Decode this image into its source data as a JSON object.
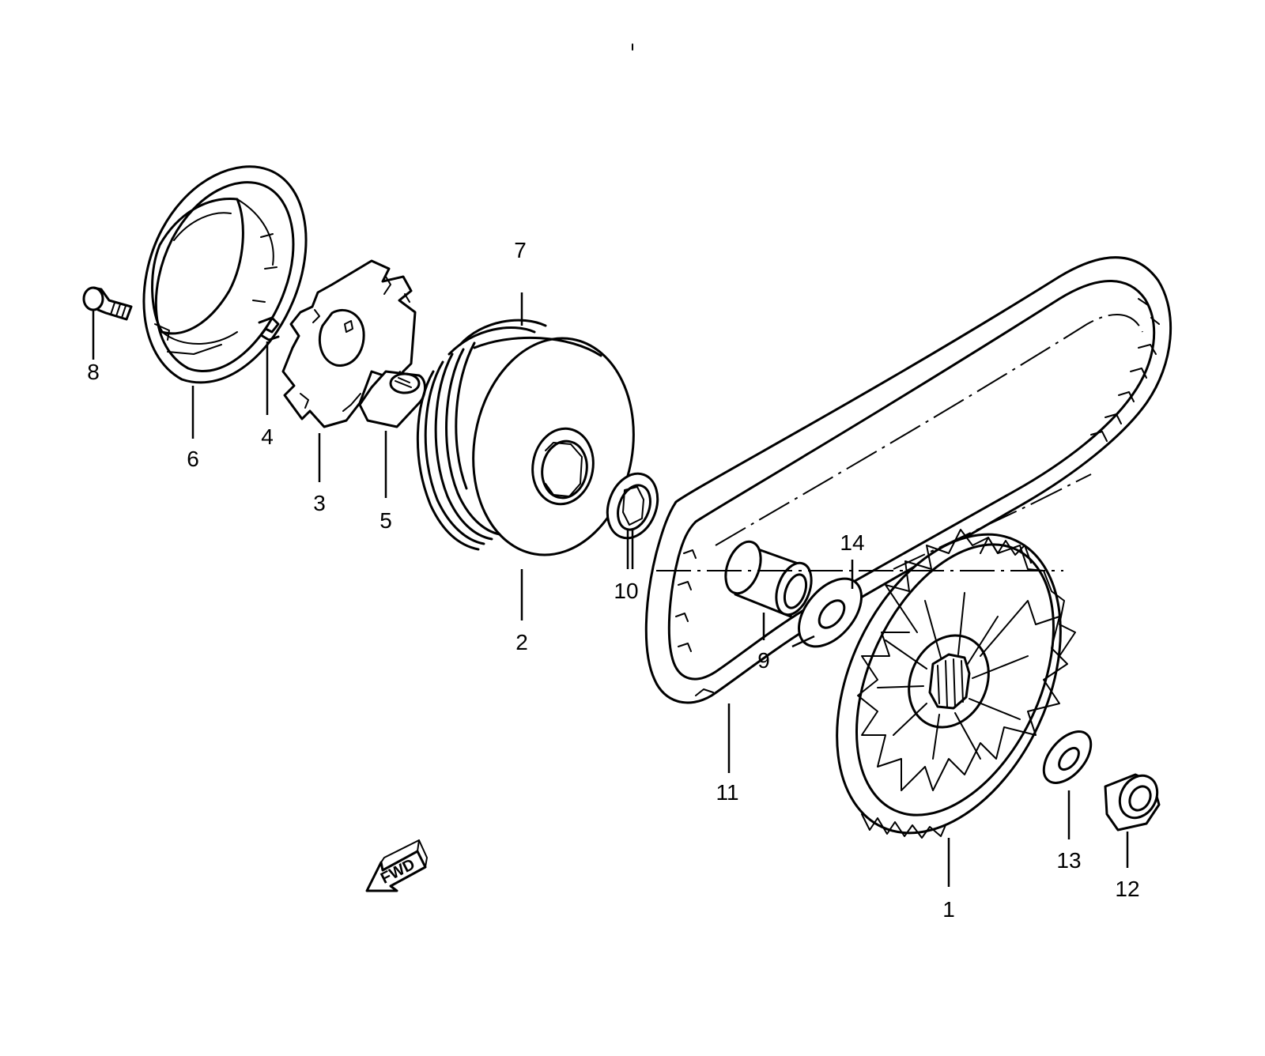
{
  "diagram": {
    "callouts": [
      {
        "id": "c1",
        "label": "1"
      },
      {
        "id": "c2",
        "label": "2"
      },
      {
        "id": "c3",
        "label": "3"
      },
      {
        "id": "c4",
        "label": "4"
      },
      {
        "id": "c5",
        "label": "5"
      },
      {
        "id": "c6",
        "label": "6"
      },
      {
        "id": "c7",
        "label": "7"
      },
      {
        "id": "c8",
        "label": "8"
      },
      {
        "id": "c9",
        "label": "9"
      },
      {
        "id": "c10",
        "label": "10"
      },
      {
        "id": "c11",
        "label": "11"
      },
      {
        "id": "c12",
        "label": "12"
      },
      {
        "id": "c13",
        "label": "13"
      },
      {
        "id": "c14",
        "label": "14"
      }
    ],
    "fwd_label": "FWD"
  }
}
